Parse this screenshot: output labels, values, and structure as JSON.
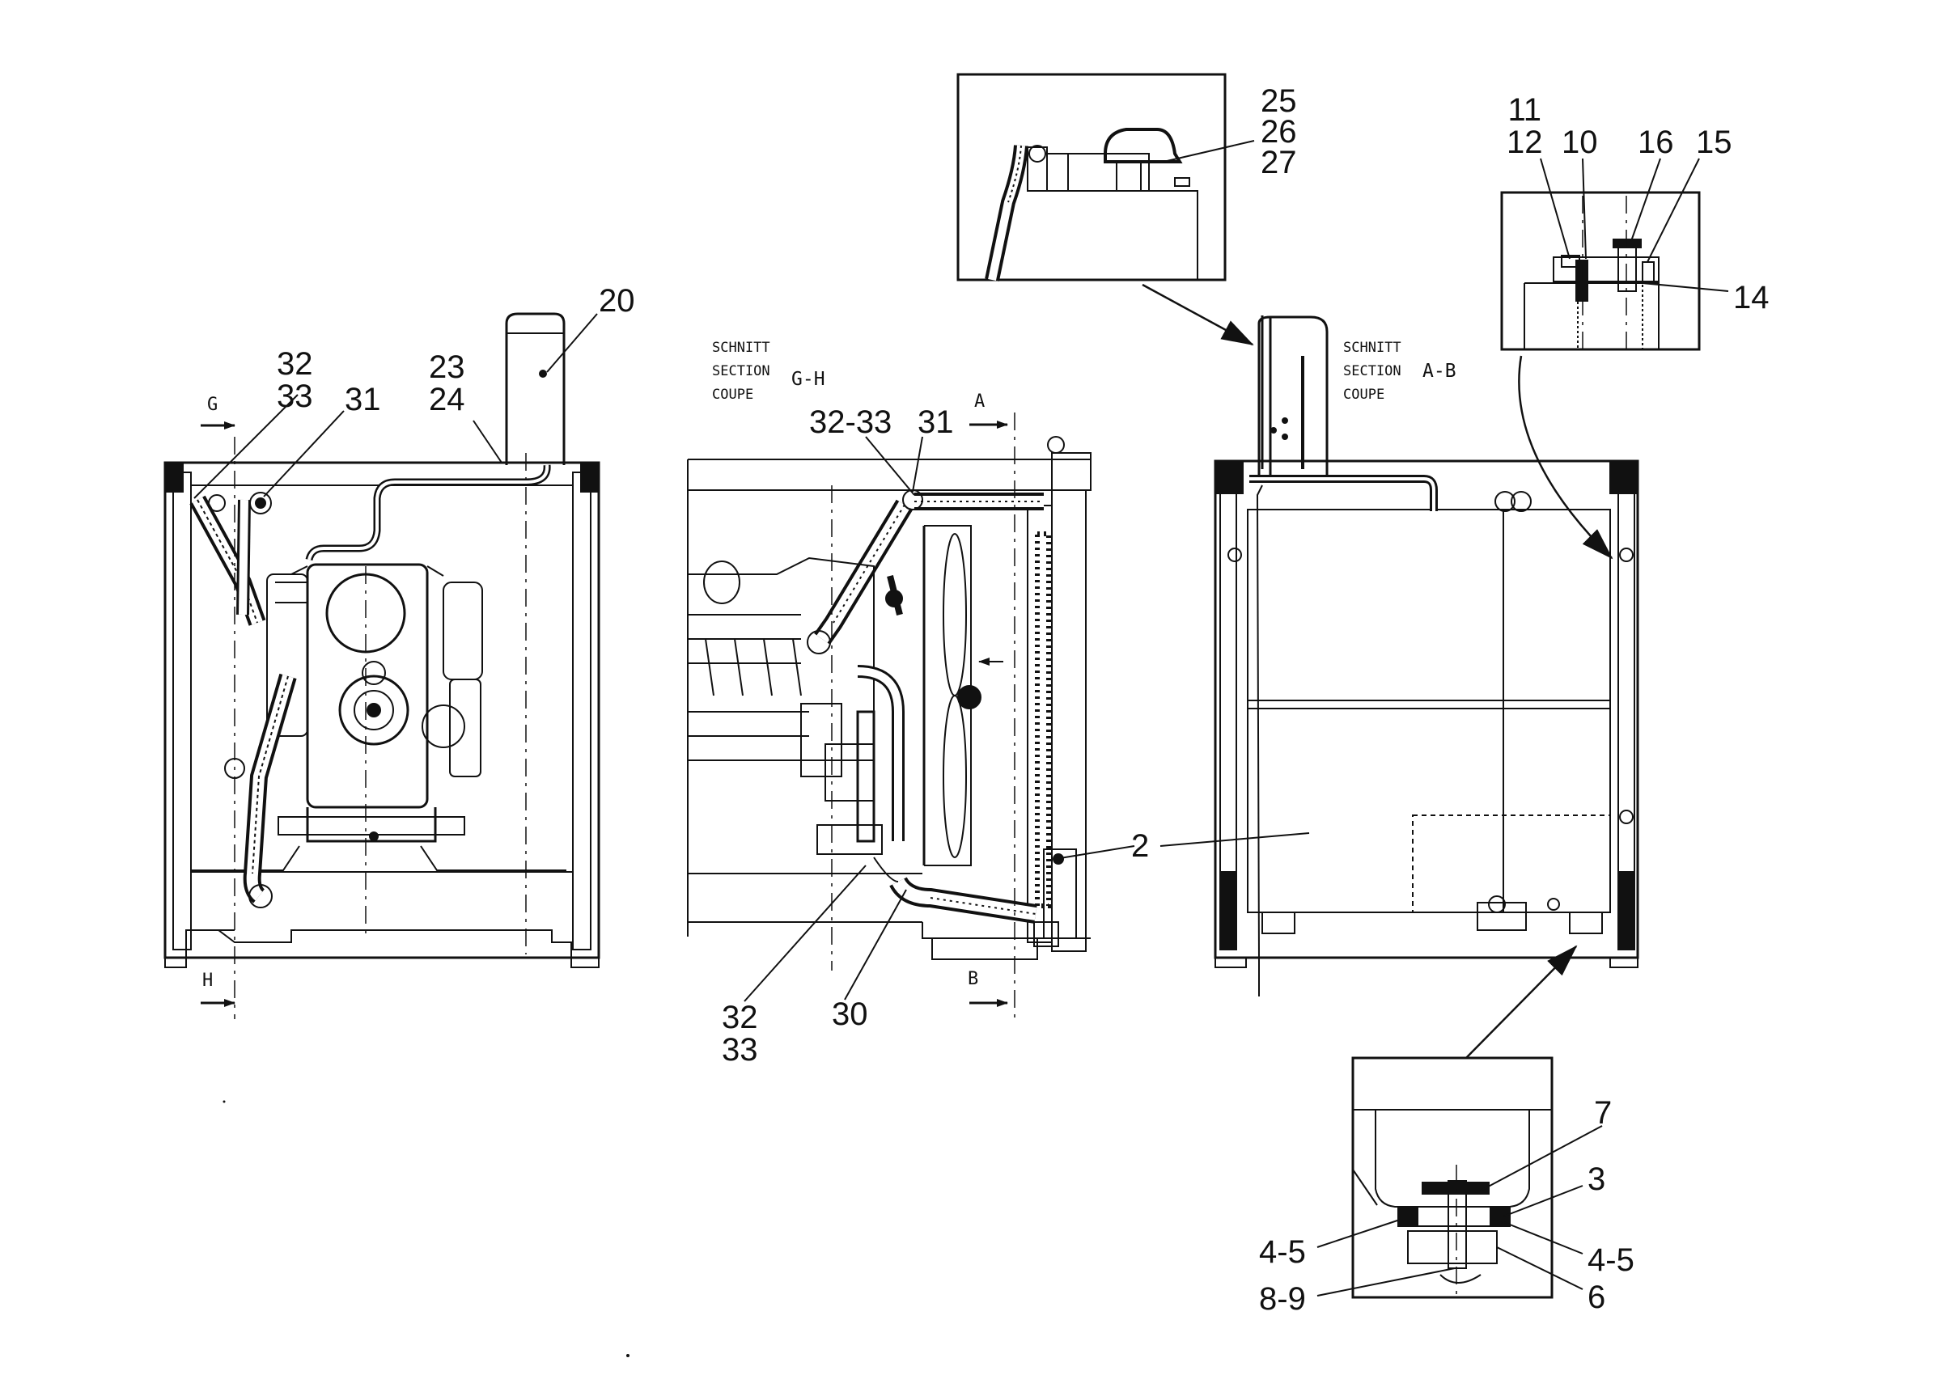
{
  "views": {
    "section_gh": {
      "lines": [
        "SCHNITT",
        "SECTION",
        "COUPE"
      ],
      "code": "G-H"
    },
    "section_ab": {
      "lines": [
        "SCHNITT",
        "SECTION",
        "COUPE"
      ],
      "code": "A-B"
    }
  },
  "cut_marks": {
    "g": "G",
    "h": "H",
    "a": "A",
    "b": "B"
  },
  "callouts": {
    "c20": "20",
    "c23_24": [
      "23",
      "24"
    ],
    "c32_33_left": [
      "32",
      "33"
    ],
    "c31_left": "31",
    "c32_33_mid": "32-33",
    "c31_mid": "31",
    "c32_33_bottom": [
      "32",
      "33"
    ],
    "c30": "30",
    "c2": "2",
    "c25_27": [
      "25",
      "26",
      "27"
    ],
    "c11_12": [
      "11",
      "12"
    ],
    "c10": "10",
    "c16": "16",
    "c15": "15",
    "c14": "14",
    "c7": "7",
    "c3": "3",
    "c4_5_left": "4-5",
    "c4_5_right": "4-5",
    "c8_9": "8-9",
    "c6": "6"
  }
}
